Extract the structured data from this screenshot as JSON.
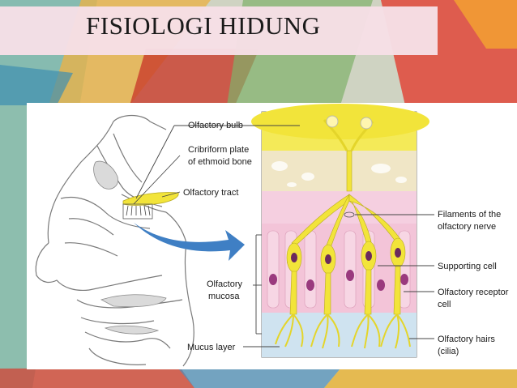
{
  "slide": {
    "title": "FISIOLOGI HIDUNG"
  },
  "labels": {
    "olfactory_bulb": "Olfactory bulb",
    "cribriform_line1": "Cribriform plate",
    "cribriform_line2": "of ethmoid bone",
    "olfactory_tract": "Olfactory tract",
    "filaments_line1": "Filaments of the",
    "filaments_line2": "olfactory nerve",
    "supporting_cell": "Supporting cell",
    "receptor_line1": "Olfactory receptor",
    "receptor_line2": "cell",
    "mucosa_line1": "Olfactory",
    "mucosa_line2": "mucosa",
    "hairs_line1": "Olfactory hairs",
    "hairs_line2": "(cilia)",
    "mucus_layer": "Mucus layer"
  },
  "colors": {
    "title_band": "#f6dfe6",
    "arrow": "#3f7fc4",
    "yellow": "#f2e43a",
    "mucosa": "#f3c4d8",
    "nucleus": "#9a3a7e"
  }
}
